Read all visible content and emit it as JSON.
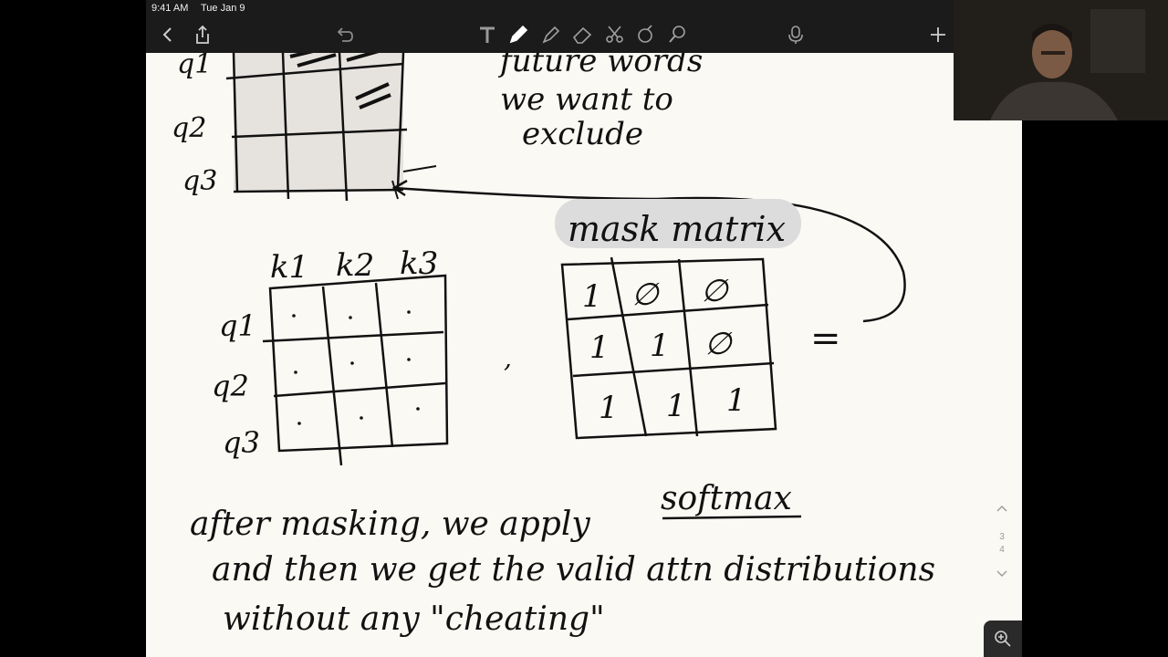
{
  "status_bar": {
    "time": "9:41 AM",
    "date": "Tue Jan 9"
  },
  "toolbar": {
    "buttons": [
      {
        "name": "back",
        "icon": "chevron-left-icon"
      },
      {
        "name": "share",
        "icon": "share-icon"
      },
      {
        "name": "undo",
        "icon": "undo-icon"
      },
      {
        "name": "text",
        "icon": "text-tool-icon"
      },
      {
        "name": "pen",
        "icon": "pen-icon"
      },
      {
        "name": "highlighter",
        "icon": "highlighter-icon"
      },
      {
        "name": "eraser",
        "icon": "eraser-icon"
      },
      {
        "name": "scissors",
        "icon": "scissors-icon"
      },
      {
        "name": "shapes",
        "icon": "shapes-icon"
      },
      {
        "name": "lasso",
        "icon": "lasso-icon"
      },
      {
        "name": "microphone",
        "icon": "microphone-icon"
      },
      {
        "name": "add-page",
        "icon": "plus-icon"
      }
    ]
  },
  "note": {
    "top_annotation": [
      "future words",
      "we want to",
      "exclude"
    ],
    "top_query_labels": [
      "q1",
      "q2",
      "q3"
    ],
    "key_labels": [
      "k1",
      "k2",
      "k3"
    ],
    "query_labels": [
      "q1",
      "q2",
      "q3"
    ],
    "mask_title": "mask matrix",
    "mask_values": [
      [
        "1",
        "∅",
        "∅"
      ],
      [
        "1",
        "1",
        "∅"
      ],
      [
        "1",
        "1",
        "1"
      ]
    ],
    "comma": ",",
    "equals": "=",
    "line1": "after masking, we apply",
    "softmax": "softmax",
    "line2": "and then we get the valid attn distributions",
    "line3": "without any \"cheating\""
  },
  "page_nav": {
    "pages": [
      "3",
      "4"
    ]
  },
  "colors": {
    "toolbar_bg": "#1b1b1b",
    "canvas_bg": "#fbf9f3",
    "ink": "#111111",
    "highlight": "#dcdcdc"
  }
}
